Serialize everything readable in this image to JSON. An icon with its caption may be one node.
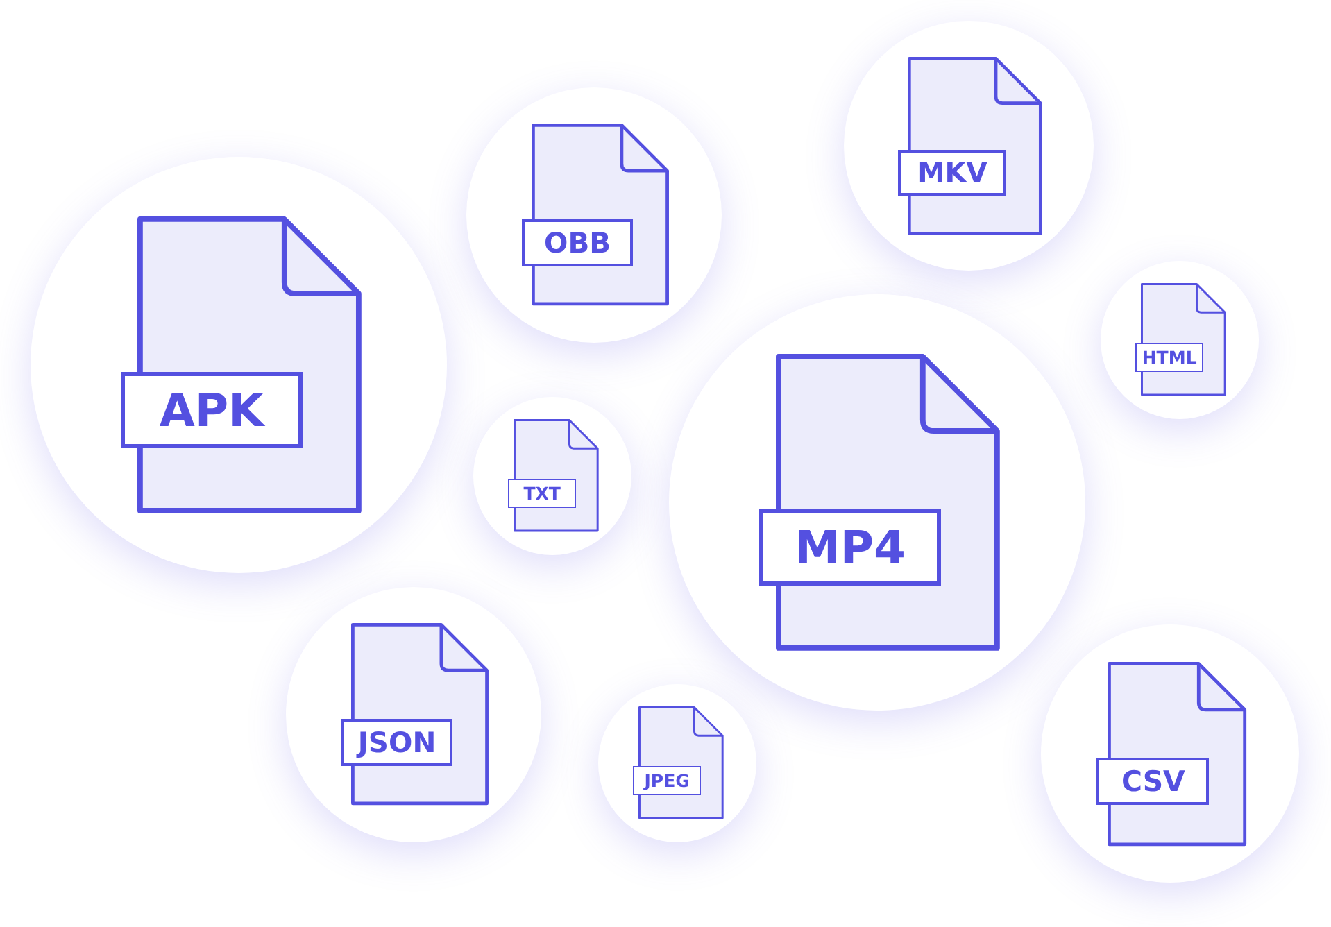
{
  "diagram": {
    "nodes": [
      {
        "text": [
          "MKV"
        ]
      },
      {
        "text": [
          "OBB"
        ]
      },
      {
        "text": [
          "APK"
        ]
      },
      {
        "text": [
          "HTML"
        ]
      },
      {
        "text": [
          "MP4"
        ]
      },
      {
        "text": [
          "TXT"
        ]
      },
      {
        "text": [
          "JSON"
        ]
      },
      {
        "text": [
          "CSV"
        ]
      },
      {
        "text": [
          "JPEG"
        ]
      }
    ]
  }
}
